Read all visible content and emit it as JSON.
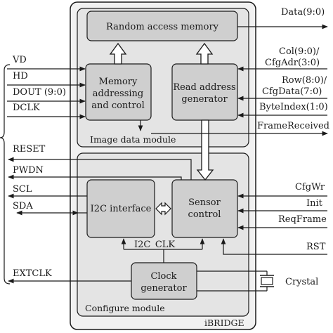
{
  "chip": {
    "label": "iBRIDGE"
  },
  "image_module": {
    "label": "Image data module",
    "ram": "Random access memory",
    "mem_ctrl": [
      "Memory",
      "addressing",
      "and control"
    ],
    "read_addr": [
      "Read address",
      "generator"
    ]
  },
  "configure_module": {
    "label": "Configure module",
    "i2c": "I2C interface",
    "sensor": [
      "Sensor",
      "control"
    ],
    "i2c_clk": "I2C_CLK",
    "clock_gen": [
      "Clock",
      "generator"
    ]
  },
  "left_signals": {
    "vd": "VD",
    "hd": "HD",
    "dout": "DOUT (9:0)",
    "dclk": "DCLK",
    "reset": "RESET",
    "pwdn": "PWDN",
    "scl": "SCL",
    "sda": "SDA",
    "extclk": "EXTCLK"
  },
  "right_signals": {
    "data": "Data(9:0)",
    "col": "Col(9:0)/",
    "cfgadr": "CfgAdr(3:0)",
    "row": "Row(8:0)/",
    "cfgdata": "CfgData(7:0)",
    "byteindex": "ByteIndex(1:0)",
    "framereceived": "FrameReceived",
    "cfgwr": "CfgWr",
    "init": "Init",
    "reqframe": "ReqFrame",
    "rst": "RST",
    "crystal": "Crystal"
  },
  "colors": {
    "outer": "#f1f1f1",
    "module": "#e4e4e4",
    "block": "#cfcfcf",
    "line": "#1a1a1a"
  }
}
